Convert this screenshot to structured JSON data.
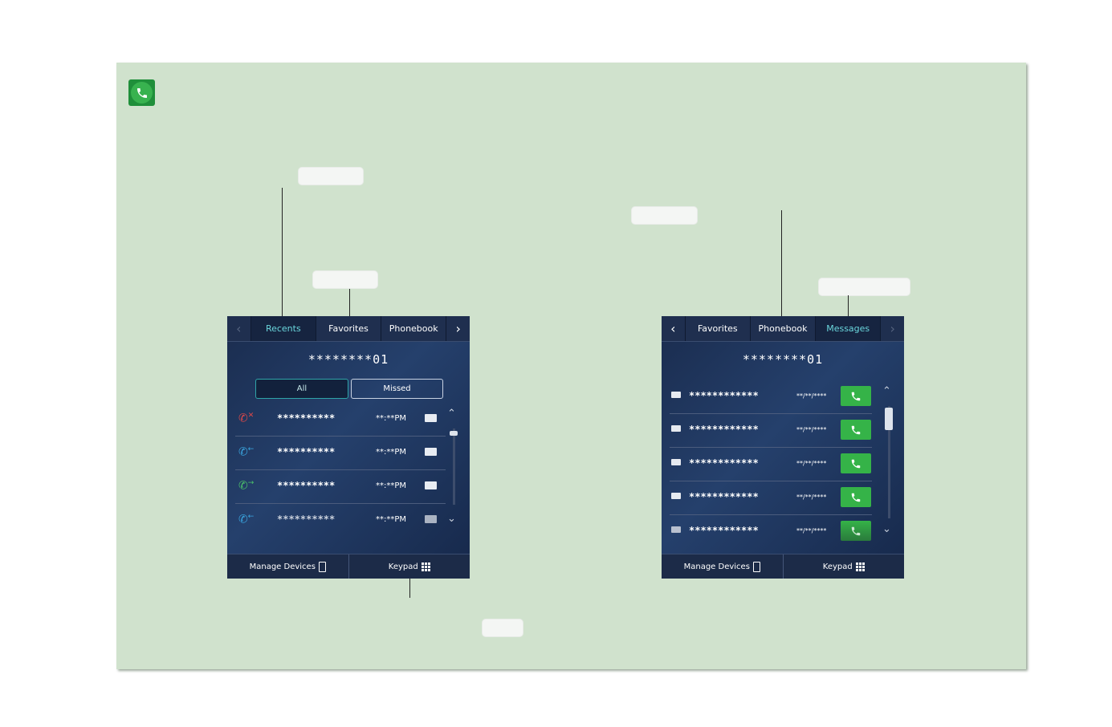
{
  "header": {
    "icon": "phone-icon",
    "accent": "#38b24f"
  },
  "left_screen": {
    "tabs": [
      {
        "label": "Recents",
        "active": true
      },
      {
        "label": "Favorites",
        "active": false
      },
      {
        "label": "Phonebook",
        "active": false
      }
    ],
    "number": "********01",
    "filters": {
      "all": "All",
      "missed": "Missed"
    },
    "calls": [
      {
        "type": "missed-call-icon",
        "name": "**********",
        "time": "**:**PM"
      },
      {
        "type": "incoming-call-icon",
        "name": "**********",
        "time": "**:**PM"
      },
      {
        "type": "outgoing-call-icon",
        "name": "**********",
        "time": "**:**PM"
      },
      {
        "type": "incoming-call-icon",
        "name": "**********",
        "time": "**:**PM"
      }
    ],
    "bottom": {
      "manage_devices": "Manage Devices",
      "keypad": "Keypad"
    }
  },
  "right_screen": {
    "tabs": [
      {
        "label": "Favorites",
        "active": false
      },
      {
        "label": "Phonebook",
        "active": false
      },
      {
        "label": "Messages",
        "active": true
      }
    ],
    "number": "********01",
    "messages": [
      {
        "name": "************",
        "date": "**/**/****"
      },
      {
        "name": "************",
        "date": "**/**/****"
      },
      {
        "name": "************",
        "date": "**/**/****"
      },
      {
        "name": "************",
        "date": "**/**/****"
      },
      {
        "name": "************",
        "date": "**/**/****"
      }
    ],
    "bottom": {
      "manage_devices": "Manage Devices",
      "keypad": "Keypad"
    }
  }
}
